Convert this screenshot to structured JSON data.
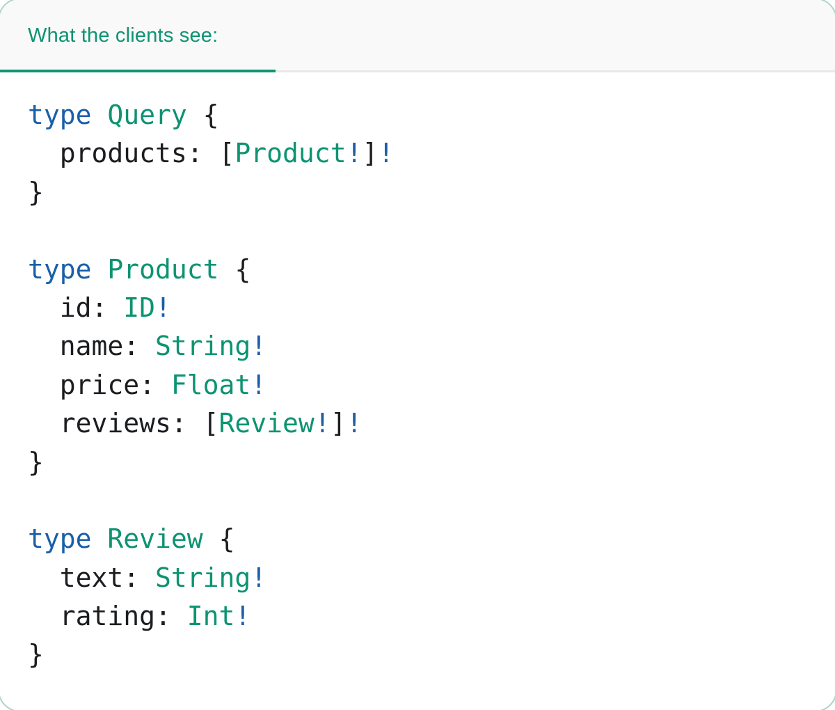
{
  "panel": {
    "tab_label": "What the clients see:"
  },
  "colors": {
    "tab_text": "#0d9372",
    "tab_underline": "#0f9576",
    "header_bg": "#f9f9f9",
    "header_divider": "#e8e8e8",
    "card_border": "#aed4c0",
    "code_keyword": "#1a5fa9",
    "code_type": "#0d9372",
    "code_plain": "#1b1d20",
    "code_bang": "#1a5fa9"
  },
  "code": {
    "language": "graphql",
    "lines": [
      {
        "tokens": [
          {
            "text": "type",
            "style": "keyword"
          },
          {
            "text": " ",
            "style": "plain"
          },
          {
            "text": "Query",
            "style": "type"
          },
          {
            "text": " {",
            "style": "plain"
          }
        ]
      },
      {
        "tokens": [
          {
            "text": "  products: [",
            "style": "plain"
          },
          {
            "text": "Product",
            "style": "type"
          },
          {
            "text": "!",
            "style": "bang"
          },
          {
            "text": "]",
            "style": "plain"
          },
          {
            "text": "!",
            "style": "bang"
          }
        ]
      },
      {
        "tokens": [
          {
            "text": "}",
            "style": "plain"
          }
        ]
      },
      {
        "tokens": []
      },
      {
        "tokens": [
          {
            "text": "type",
            "style": "keyword"
          },
          {
            "text": " ",
            "style": "plain"
          },
          {
            "text": "Product",
            "style": "type"
          },
          {
            "text": " {",
            "style": "plain"
          }
        ]
      },
      {
        "tokens": [
          {
            "text": "  id: ",
            "style": "plain"
          },
          {
            "text": "ID",
            "style": "type"
          },
          {
            "text": "!",
            "style": "bang"
          }
        ]
      },
      {
        "tokens": [
          {
            "text": "  name: ",
            "style": "plain"
          },
          {
            "text": "String",
            "style": "type"
          },
          {
            "text": "!",
            "style": "bang"
          }
        ]
      },
      {
        "tokens": [
          {
            "text": "  price: ",
            "style": "plain"
          },
          {
            "text": "Float",
            "style": "type"
          },
          {
            "text": "!",
            "style": "bang"
          }
        ]
      },
      {
        "tokens": [
          {
            "text": "  reviews: [",
            "style": "plain"
          },
          {
            "text": "Review",
            "style": "type"
          },
          {
            "text": "!",
            "style": "bang"
          },
          {
            "text": "]",
            "style": "plain"
          },
          {
            "text": "!",
            "style": "bang"
          }
        ]
      },
      {
        "tokens": [
          {
            "text": "}",
            "style": "plain"
          }
        ]
      },
      {
        "tokens": []
      },
      {
        "tokens": [
          {
            "text": "type",
            "style": "keyword"
          },
          {
            "text": " ",
            "style": "plain"
          },
          {
            "text": "Review",
            "style": "type"
          },
          {
            "text": " {",
            "style": "plain"
          }
        ]
      },
      {
        "tokens": [
          {
            "text": "  text: ",
            "style": "plain"
          },
          {
            "text": "String",
            "style": "type"
          },
          {
            "text": "!",
            "style": "bang"
          }
        ]
      },
      {
        "tokens": [
          {
            "text": "  rating: ",
            "style": "plain"
          },
          {
            "text": "Int",
            "style": "type"
          },
          {
            "text": "!",
            "style": "bang"
          }
        ]
      },
      {
        "tokens": [
          {
            "text": "}",
            "style": "plain"
          }
        ]
      }
    ]
  }
}
